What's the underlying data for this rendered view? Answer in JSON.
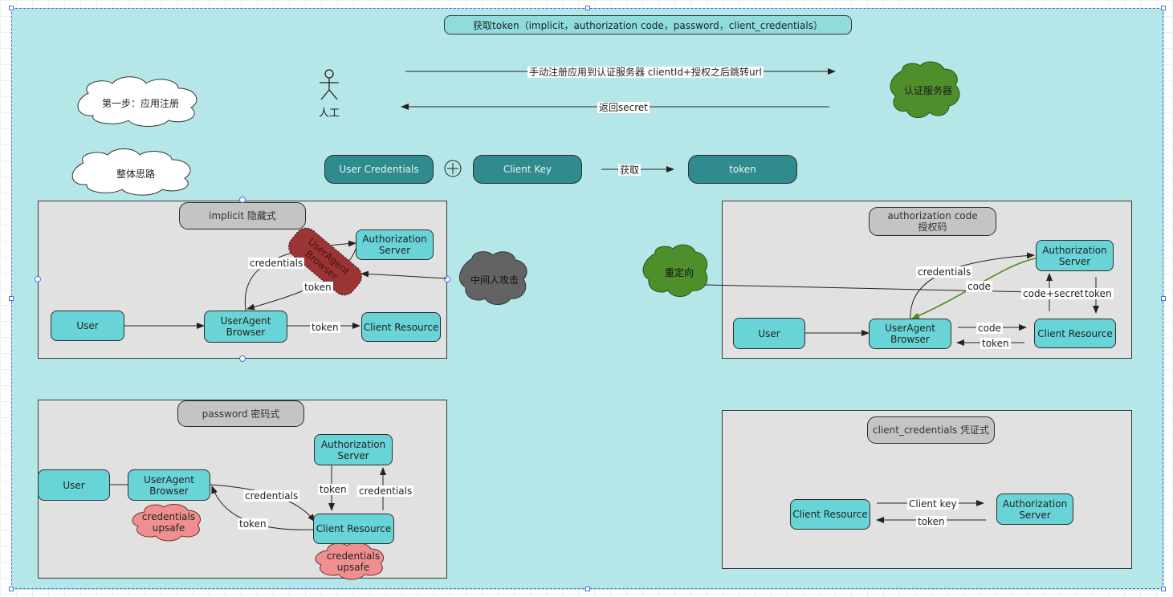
{
  "title": "获取token（implicit，authorization code，password，client_credentials）",
  "step1": {
    "cloud_label": "第一步：应用注册",
    "actor_label": "人工",
    "arrow_register": "手动注册应用到认证服务器 clientId+授权之后跳转url",
    "arrow_return": "返回secret",
    "auth_server_cloud": "认证服务器"
  },
  "overall": {
    "cloud_label": "整体思路",
    "user_credentials": "User Credentials",
    "plus": "+",
    "client_key": "Client Key",
    "arrow_get": "获取",
    "token": "token"
  },
  "implicit": {
    "title": "implicit 隐藏式",
    "user": "User",
    "browser": "UserAgent Browser",
    "auth_server": "Authorization Server",
    "client_resource": "Client Resource",
    "fake_browser": "UserAgent Browser",
    "edge_credentials": "credentials",
    "edge_token_up": "token",
    "edge_token_right": "token",
    "mitm_cloud": "中间人攻击"
  },
  "authcode": {
    "title_line1": "authorization code",
    "title_line2": "授权码",
    "redirect_cloud": "重定向",
    "user": "User",
    "browser": "UserAgent Browser",
    "auth_server": "Authorization Server",
    "client_resource": "Client Resource",
    "edge_credentials": "credentials",
    "edge_code_green": "code",
    "edge_code_secret": "code+secret",
    "edge_token_down": "token",
    "edge_code_right": "code",
    "edge_token_left": "token"
  },
  "password": {
    "title": "password 密码式",
    "user": "User",
    "browser": "UserAgent Browser",
    "auth_server": "Authorization Server",
    "client_resource": "Client Resource",
    "edge_credentials_right": "credentials",
    "edge_token_left": "token",
    "edge_token_down": "token",
    "edge_credentials_up": "credentials",
    "unsafe_cloud_1": "credentials upsafe",
    "unsafe_cloud_2": "credentials upsafe"
  },
  "clientcred": {
    "title": "client_credentials 凭证式",
    "client_resource": "Client Resource",
    "auth_server": "Authorization Server",
    "edge_client_key": "Client key",
    "edge_token": "token"
  },
  "colors": {
    "canvas": "#b5e7e8",
    "teal_node": "#69d4d7",
    "dark_teal_node": "#2f8b8d",
    "green_cloud": "#4e8f2c",
    "gray_cloud": "#636363",
    "red_cloud": "#f08f8f",
    "fake_browser": "#9b3535"
  }
}
